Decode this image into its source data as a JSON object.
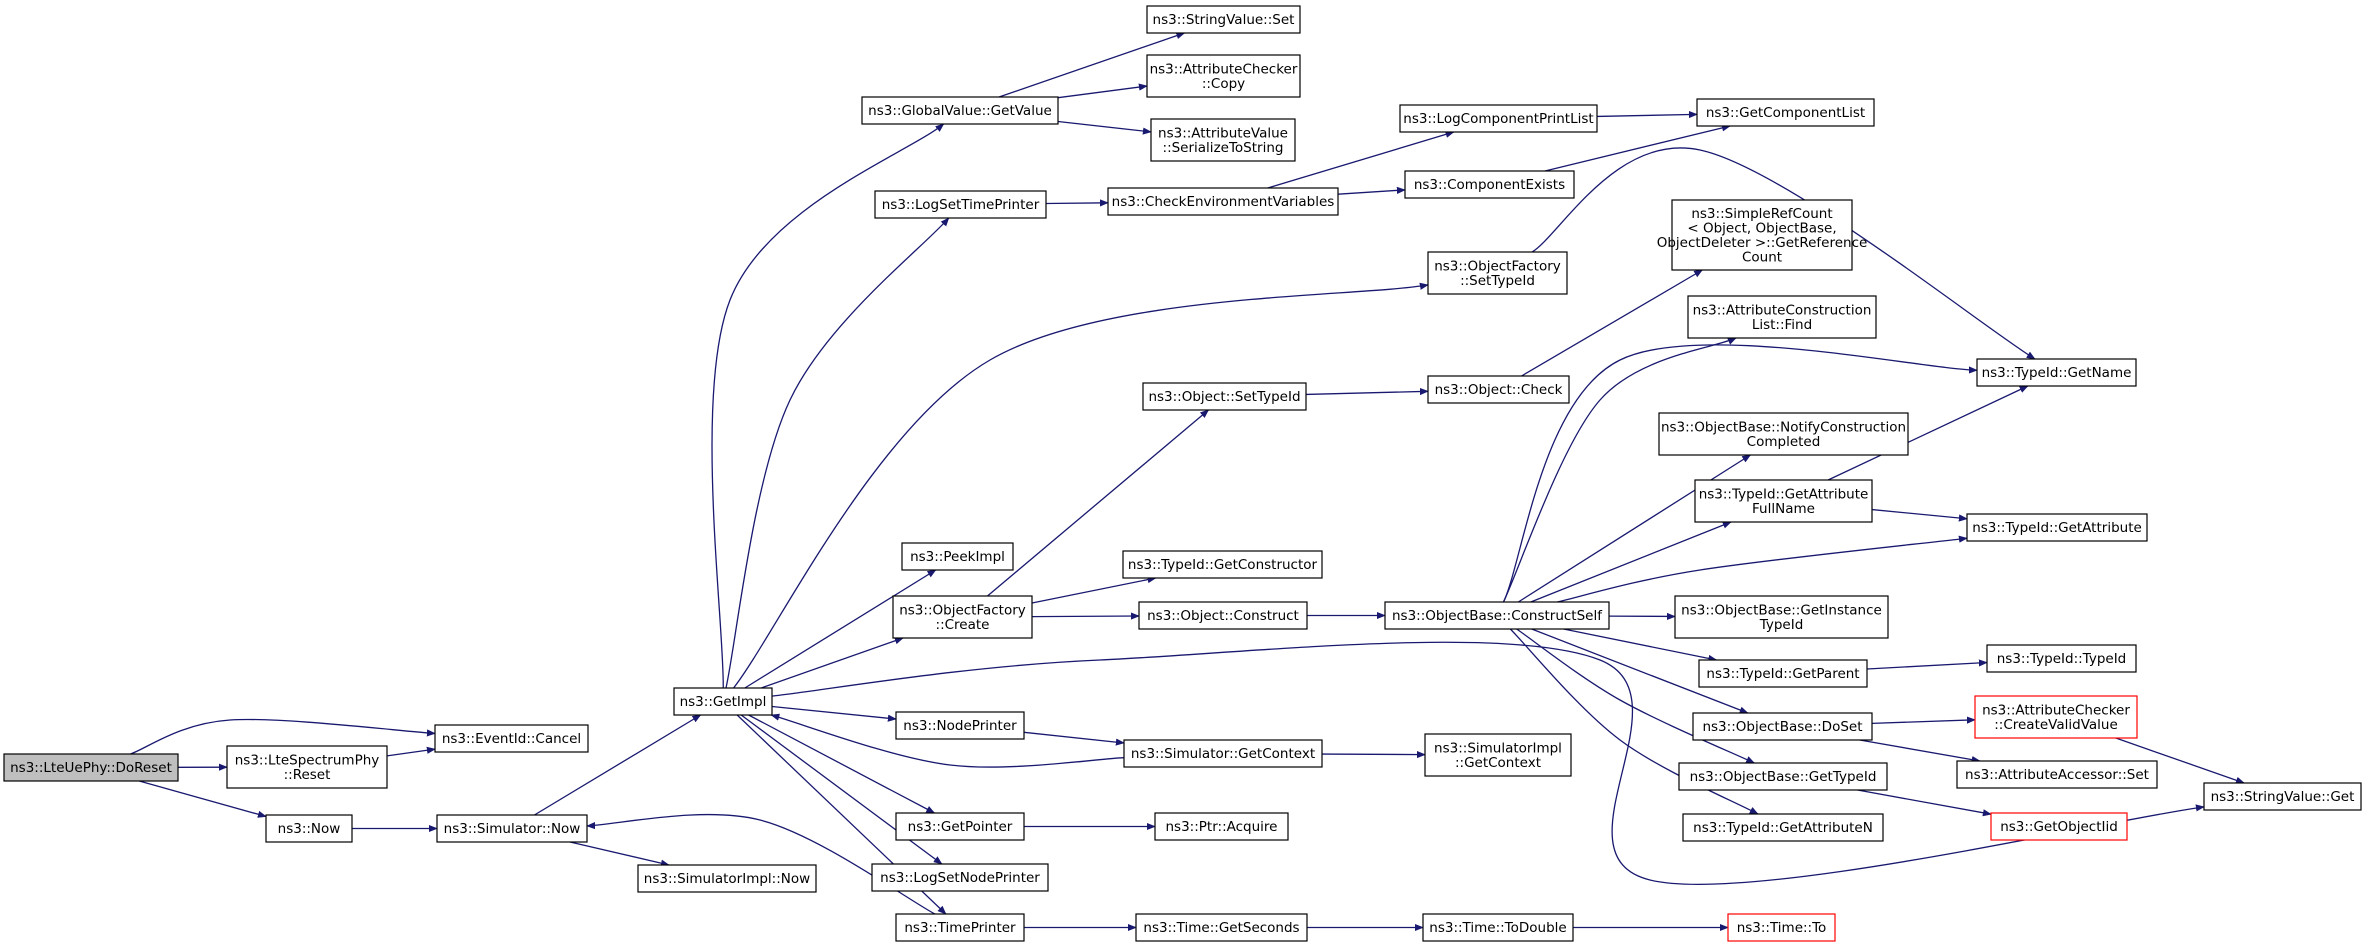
{
  "nodes": {
    "doreset": [
      "ns3::LteUePhy::DoReset"
    ],
    "eventcancel": [
      "ns3::EventId::Cancel"
    ],
    "ltespectrumreset": [
      "ns3::LteSpectrumPhy",
      "::Reset"
    ],
    "now": [
      "ns3::Now"
    ],
    "simnow": [
      "ns3::Simulator::Now"
    ],
    "simimplnow": [
      "ns3::SimulatorImpl::Now"
    ],
    "getimpl": [
      "ns3::GetImpl"
    ],
    "globalgetvalue": [
      "ns3::GlobalValue::GetValue"
    ],
    "stringvalueset": [
      "ns3::StringValue::Set"
    ],
    "attrcheckercopy": [
      "ns3::AttributeChecker",
      "::Copy"
    ],
    "attrvalueser": [
      "ns3::AttributeValue",
      "::SerializeToString"
    ],
    "logsettimeprinter": [
      "ns3::LogSetTimePrinter"
    ],
    "checkenv": [
      "ns3::CheckEnvironmentVariables"
    ],
    "logcompprintlist": [
      "ns3::LogComponentPrintList"
    ],
    "getcomplist": [
      "ns3::GetComponentList"
    ],
    "compexists": [
      "ns3::ComponentExists"
    ],
    "objfactsettypeid": [
      "ns3::ObjectFactory",
      "::SetTypeId"
    ],
    "simplerefcount": [
      "ns3::SimpleRefCount",
      "< Object, ObjectBase,",
      "ObjectDeleter >::GetReference",
      "Count"
    ],
    "attrconstrfind": [
      "ns3::AttributeConstruction",
      "List::Find"
    ],
    "objsettypeid": [
      "ns3::Object::SetTypeId"
    ],
    "objcheck": [
      "ns3::Object::Check"
    ],
    "typeidgetname": [
      "ns3::TypeId::GetName"
    ],
    "notifyconstr": [
      "ns3::ObjectBase::NotifyConstruction",
      "Completed"
    ],
    "getattrfullname": [
      "ns3::TypeId::GetAttribute",
      "FullName"
    ],
    "typeidgetattr": [
      "ns3::TypeId::GetAttribute"
    ],
    "peekimpl": [
      "ns3::PeekImpl"
    ],
    "typeidgetconstr": [
      "ns3::TypeId::GetConstructor"
    ],
    "objfactcreate": [
      "ns3::ObjectFactory",
      "::Create"
    ],
    "objconstruct": [
      "ns3::Object::Construct"
    ],
    "constructself": [
      "ns3::ObjectBase::ConstructSelf"
    ],
    "getinstancetypeid": [
      "ns3::ObjectBase::GetInstance",
      "TypeId"
    ],
    "typeidgetparent": [
      "ns3::TypeId::GetParent"
    ],
    "typeidtypeid": [
      "ns3::TypeId::TypeId"
    ],
    "nodeprinter": [
      "ns3::NodePrinter"
    ],
    "simgetcontext": [
      "ns3::Simulator::GetContext"
    ],
    "simimplgetcontext": [
      "ns3::SimulatorImpl",
      "::GetContext"
    ],
    "objbasedoset": [
      "ns3::ObjectBase::DoSet"
    ],
    "createvalidvalue": [
      "ns3::AttributeChecker",
      "::CreateValidValue"
    ],
    "attraccessorset": [
      "ns3::AttributeAccessor::Set"
    ],
    "stringvalueget": [
      "ns3::StringValue::Get"
    ],
    "objbasegettypeid": [
      "ns3::ObjectBase::GetTypeId"
    ],
    "getobjectiid": [
      "ns3::GetObjectIid"
    ],
    "getattributen": [
      "ns3::TypeId::GetAttributeN"
    ],
    "getpointer": [
      "ns3::GetPointer"
    ],
    "ptracquire": [
      "ns3::Ptr::Acquire"
    ],
    "logsetnodeprinter": [
      "ns3::LogSetNodePrinter"
    ],
    "timeprinter": [
      "ns3::TimePrinter"
    ],
    "timegetseconds": [
      "ns3::Time::GetSeconds"
    ],
    "timetodouble": [
      "ns3::Time::ToDouble"
    ],
    "timeto": [
      "ns3::Time::To"
    ]
  },
  "colors": {
    "edge": "#191970",
    "node_border": "#000000",
    "node_border_incomplete": "#ff0000",
    "root_fill": "#bfbfbf",
    "background": "#ffffff"
  }
}
